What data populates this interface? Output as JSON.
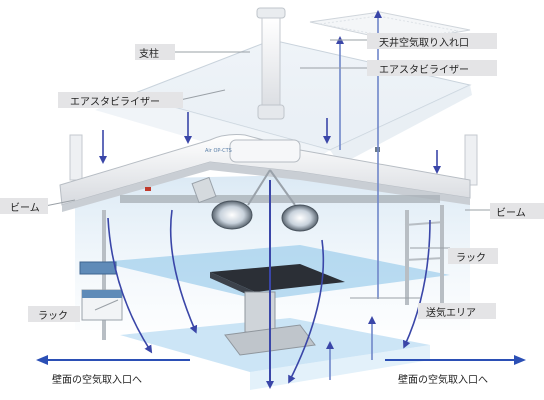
{
  "labels": {
    "pillar": "支柱",
    "ceiling_inlet": "天井空気取り入れ口",
    "air_stabilizer_right": "エアスタビライザー",
    "air_stabilizer_left": "エアスタビライザー",
    "beam_left": "ビーム",
    "beam_right": "ビーム",
    "rack_right": "ラック",
    "rack_left": "ラック",
    "supply_area": "送気エリア",
    "wall_inlet_left": "壁面の空気取入口へ",
    "wall_inlet_right": "壁面の空気取入口へ"
  },
  "frame_brand": "Air OP-CTS",
  "colors": {
    "flow_arrow": "#3a46a8",
    "wall_arrow": "#2b4fb5",
    "supply_area": "#8fc6ea",
    "frame": "#f1f2f4",
    "label_bar": "#e4e4e6"
  }
}
